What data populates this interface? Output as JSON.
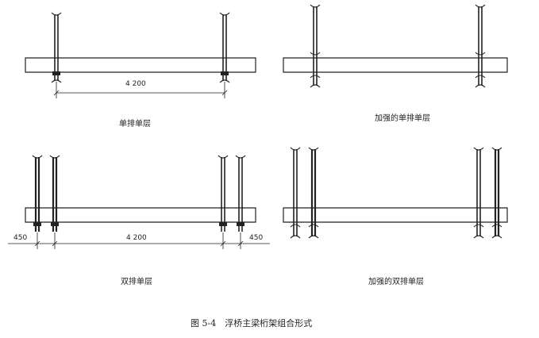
{
  "figure": {
    "caption": "图 5-4　浮桥主梁桁架组合形式",
    "panels": [
      {
        "id": "single-row-single-layer",
        "label": "单排单层",
        "dimensions": [
          "4 200"
        ]
      },
      {
        "id": "reinforced-single-row-single-layer",
        "label": "加强的单排单层",
        "dimensions": []
      },
      {
        "id": "double-row-single-layer",
        "label": "双排单层",
        "dimensions": [
          "450",
          "4 200",
          "450"
        ]
      },
      {
        "id": "reinforced-double-row-single-layer",
        "label": "加强的双排单层",
        "dimensions": []
      }
    ]
  },
  "colors": {
    "ink": "#222222",
    "background": "#ffffff"
  }
}
